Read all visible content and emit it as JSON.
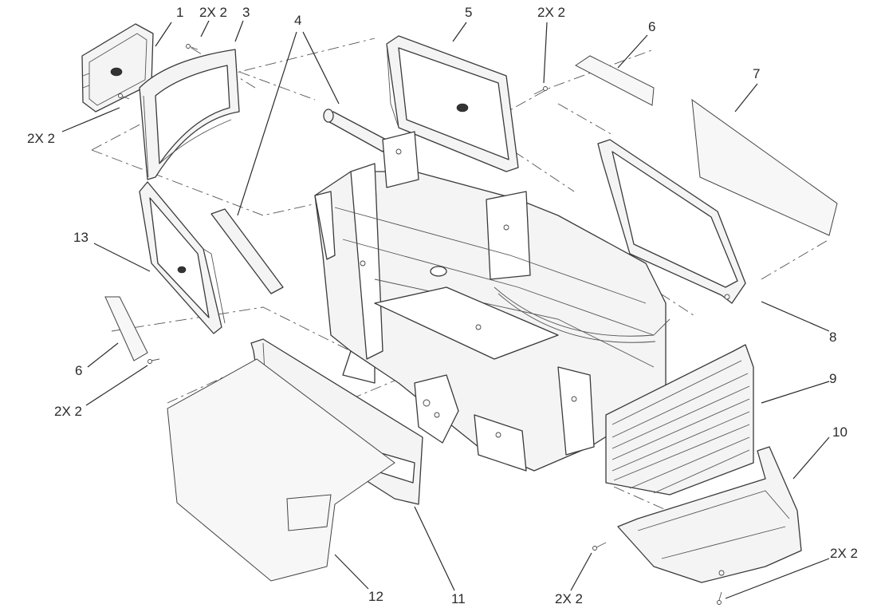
{
  "callouts": [
    {
      "id": "c1",
      "text": "1"
    },
    {
      "id": "c2x2a",
      "text": "2X 2"
    },
    {
      "id": "c3",
      "text": "3"
    },
    {
      "id": "c4",
      "text": "4"
    },
    {
      "id": "c5",
      "text": "5"
    },
    {
      "id": "c2x2b",
      "text": "2X 2"
    },
    {
      "id": "c6a",
      "text": "6"
    },
    {
      "id": "c7",
      "text": "7"
    },
    {
      "id": "c2x2c",
      "text": "2X 2"
    },
    {
      "id": "c13",
      "text": "13"
    },
    {
      "id": "c8",
      "text": "8"
    },
    {
      "id": "c9",
      "text": "9"
    },
    {
      "id": "c6b",
      "text": "6"
    },
    {
      "id": "c2x2d",
      "text": "2X 2"
    },
    {
      "id": "c10",
      "text": "10"
    },
    {
      "id": "c2x2e",
      "text": "2X 2"
    },
    {
      "id": "c12",
      "text": "12"
    },
    {
      "id": "c11",
      "text": "11"
    },
    {
      "id": "c2x2f",
      "text": "2X 2"
    }
  ]
}
